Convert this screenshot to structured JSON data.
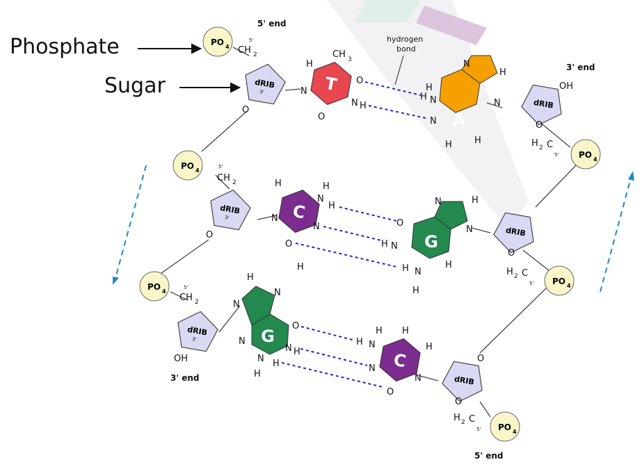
{
  "labels": {
    "phosphate": "Phosphate",
    "sugar": "Sugar",
    "hydrogen_bond": [
      "hydrogen",
      "bond"
    ],
    "five_prime_end": "5' end",
    "three_prime_end": "3' end",
    "phosphate_group": "PO",
    "phosphate_subscript": "4",
    "sugar_ring": "dRIB",
    "ch": "CH",
    "ch_subscript": "2",
    "ch3": "CH",
    "ch3_subscript": "3",
    "h2c": "H",
    "h2c_subscript": "2",
    "h2c_tail": "C",
    "oh": "OH",
    "prime5": "5'",
    "prime3": "3'",
    "atom_o": "O",
    "atom_n": "N",
    "atom_h": "H"
  },
  "bases": {
    "thymine": "T",
    "adenine": "A",
    "cytosine": "C",
    "guanine": "G"
  },
  "colors": {
    "thymine": "#e8474f",
    "adenine": "#f6a000",
    "cytosine": "#7b2c8e",
    "guanine": "#23894f",
    "phosphate_fill": "#fbf6c9",
    "sugar_fill": "#d9d9f3",
    "hbond": "#1e22d6",
    "strand_arrow": "#1f88c9",
    "watermark_green": "#dfeee6",
    "watermark_purple": "#d9c3d9",
    "watermark_gray": "#ececee"
  }
}
